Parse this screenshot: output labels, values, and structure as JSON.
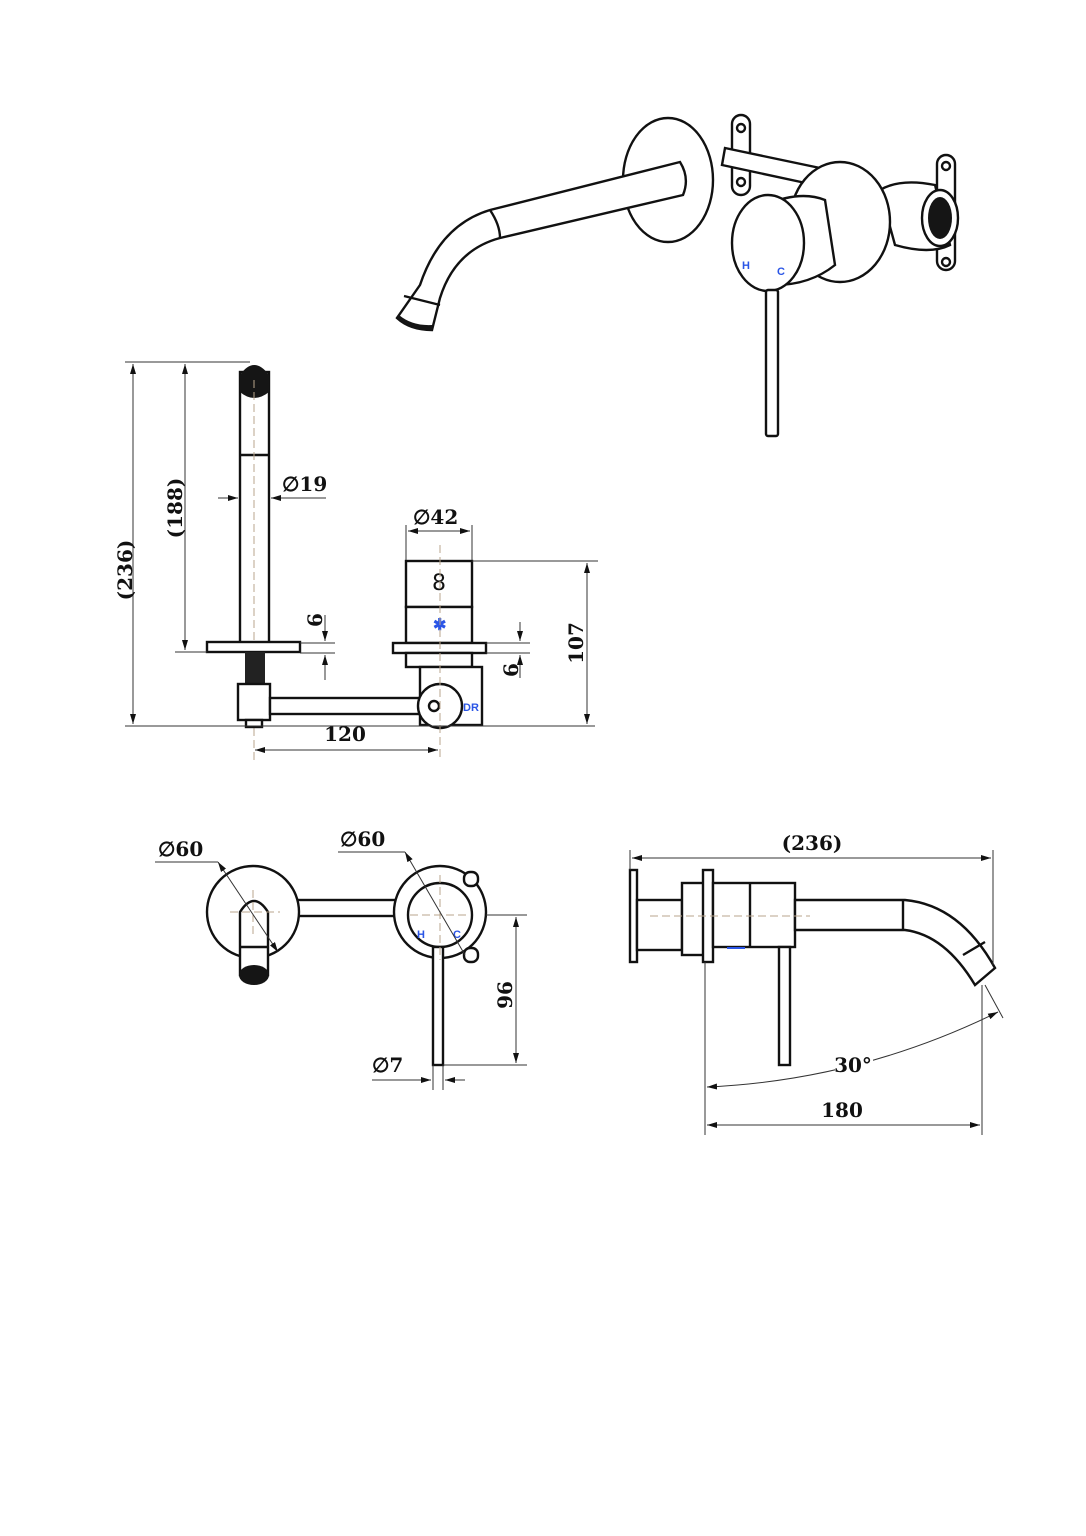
{
  "colors": {
    "line": "#111111",
    "marking": "#2a55e6",
    "centerline": "#b9a58c"
  },
  "isometric_view": {
    "hot_mark": "H",
    "cold_mark": "C"
  },
  "side_view_top": {
    "overall_height": "(236)",
    "spout_height": "(188)",
    "spout_diameter": "∅19",
    "mixer_diameter": "∅42",
    "flange_thickness_left": "6",
    "flange_thickness_right": "6",
    "mixer_height": "107",
    "center_distance": "120",
    "body_mark": "DR"
  },
  "front_view": {
    "spout_plate_diameter": "∅60",
    "mixer_plate_diameter": "∅60",
    "lever_length": "96",
    "lever_diameter": "∅7",
    "hot_mark": "H",
    "cold_mark": "C"
  },
  "side_view_right": {
    "overall_length": "(236)",
    "spout_reach": "180",
    "spout_angle": "30°"
  }
}
